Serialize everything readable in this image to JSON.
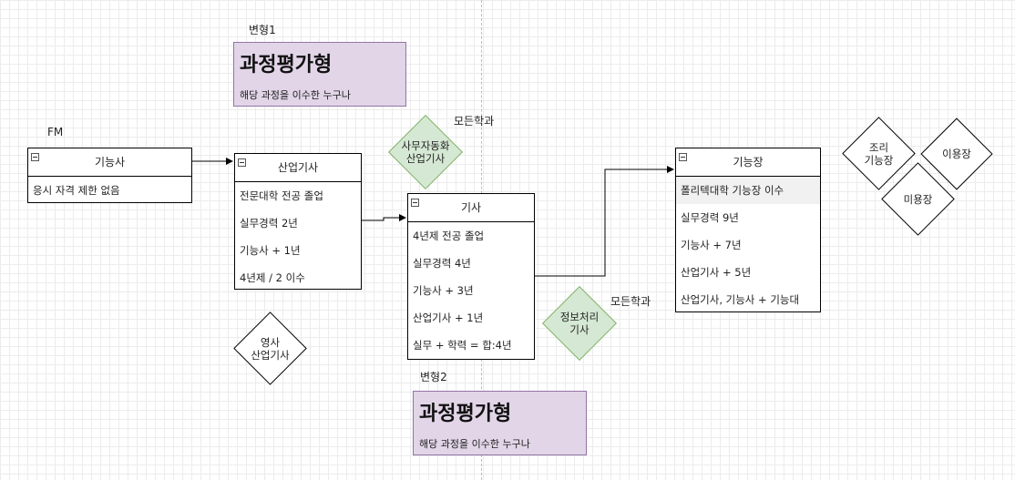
{
  "labels": {
    "variant1": "변형1",
    "variant2": "변형2",
    "fm": "FM",
    "all_majors_1": "모든학과",
    "all_majors_2": "모든학과"
  },
  "cards": {
    "card1": {
      "title": "과정평가형",
      "subtitle": "해당 과정을 이수한 누구나"
    },
    "card2": {
      "title": "과정평가형",
      "subtitle": "해당 과정을 이수한 누구나"
    }
  },
  "boxes": {
    "craftsman": {
      "title": "기능사",
      "rows": [
        "응시 자격 제한 없음"
      ]
    },
    "industrial_engineer": {
      "title": "산업기사",
      "rows": [
        "전문대학 전공 졸업",
        "실무경력 2년",
        "기능사 + 1년",
        "4년제 / 2 이수"
      ]
    },
    "engineer": {
      "title": "기사",
      "rows": [
        "4년제 전공 졸업",
        "실무경력 4년",
        "기능사 + 3년",
        "산업기사 + 1년",
        "실무 + 학력 = 합:4년"
      ]
    },
    "master_craftsman": {
      "title": "기능장",
      "rows": [
        "폴리텍대학 기능장 이수",
        "실무경력 9년",
        "기능사 + 7년",
        "산업기사 + 5년",
        "산업기사, 기능사 + 기능대"
      ]
    }
  },
  "diamonds": {
    "office_automation": "사무자동화\n산업기사",
    "info_processing": "정보처리\n기사",
    "shorthand": "영사\n산업기사",
    "cooking": "조리\n기능장",
    "barber": "이용장",
    "beauty": "미용장"
  },
  "colors": {
    "card_fill": "#e1d5e7",
    "card_border": "#9673a6",
    "green_fill": "#d5e8d4",
    "green_border": "#82b366"
  }
}
